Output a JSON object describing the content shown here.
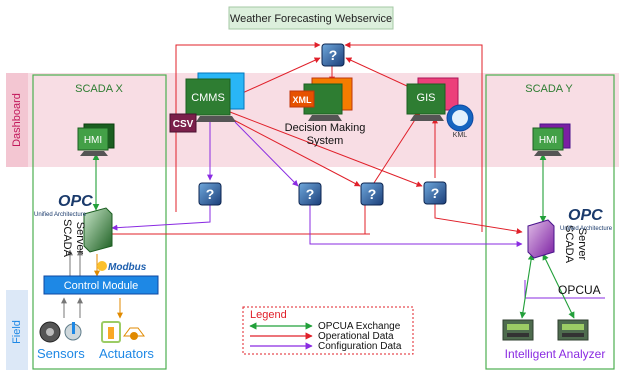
{
  "title": "Weather Forecasting Webservice",
  "bands": {
    "dashboard": "Dashboard",
    "field": "Field"
  },
  "scada_x": {
    "title": "SCADA X",
    "hmi": "HMI",
    "opc_logo": "OPC",
    "opc_caption": "Unified Architecture",
    "server_label_1": "SCADA",
    "server_label_2": "Server",
    "modbus": "Modbus",
    "control_module": "Control Module",
    "sensors": "Sensors",
    "actuators": "Actuators"
  },
  "scada_y": {
    "title": "SCADA Y",
    "hmi": "HMI",
    "opc_logo": "OPC",
    "opc_caption": "Unified Architecture",
    "server_label_1": "SCADA",
    "server_label_2": "Server",
    "opcua": "OPCUA",
    "analyzer": "Intelligent Analyzer"
  },
  "cmms": {
    "label": "CMMS",
    "csv": "CSV"
  },
  "decision": {
    "xml": "XML",
    "line1": "Decision Making",
    "line2": "System"
  },
  "gis": {
    "label": "GIS",
    "kml": "KML"
  },
  "unknown_symbol": "?",
  "legend": {
    "title": "Legend",
    "items": [
      {
        "label": "OPCUA Exchange",
        "color": "#22a03a"
      },
      {
        "label": "Operational Data",
        "color": "#e0202a"
      },
      {
        "label": "Configuration Data",
        "color": "#8a2be2"
      }
    ]
  },
  "colors": {
    "green": "#22a03a",
    "red": "#e0202a",
    "purple": "#8a2be2",
    "band": "#f8dde4",
    "band_text": "#c2185b",
    "accent_blue": "#1e88e5"
  }
}
